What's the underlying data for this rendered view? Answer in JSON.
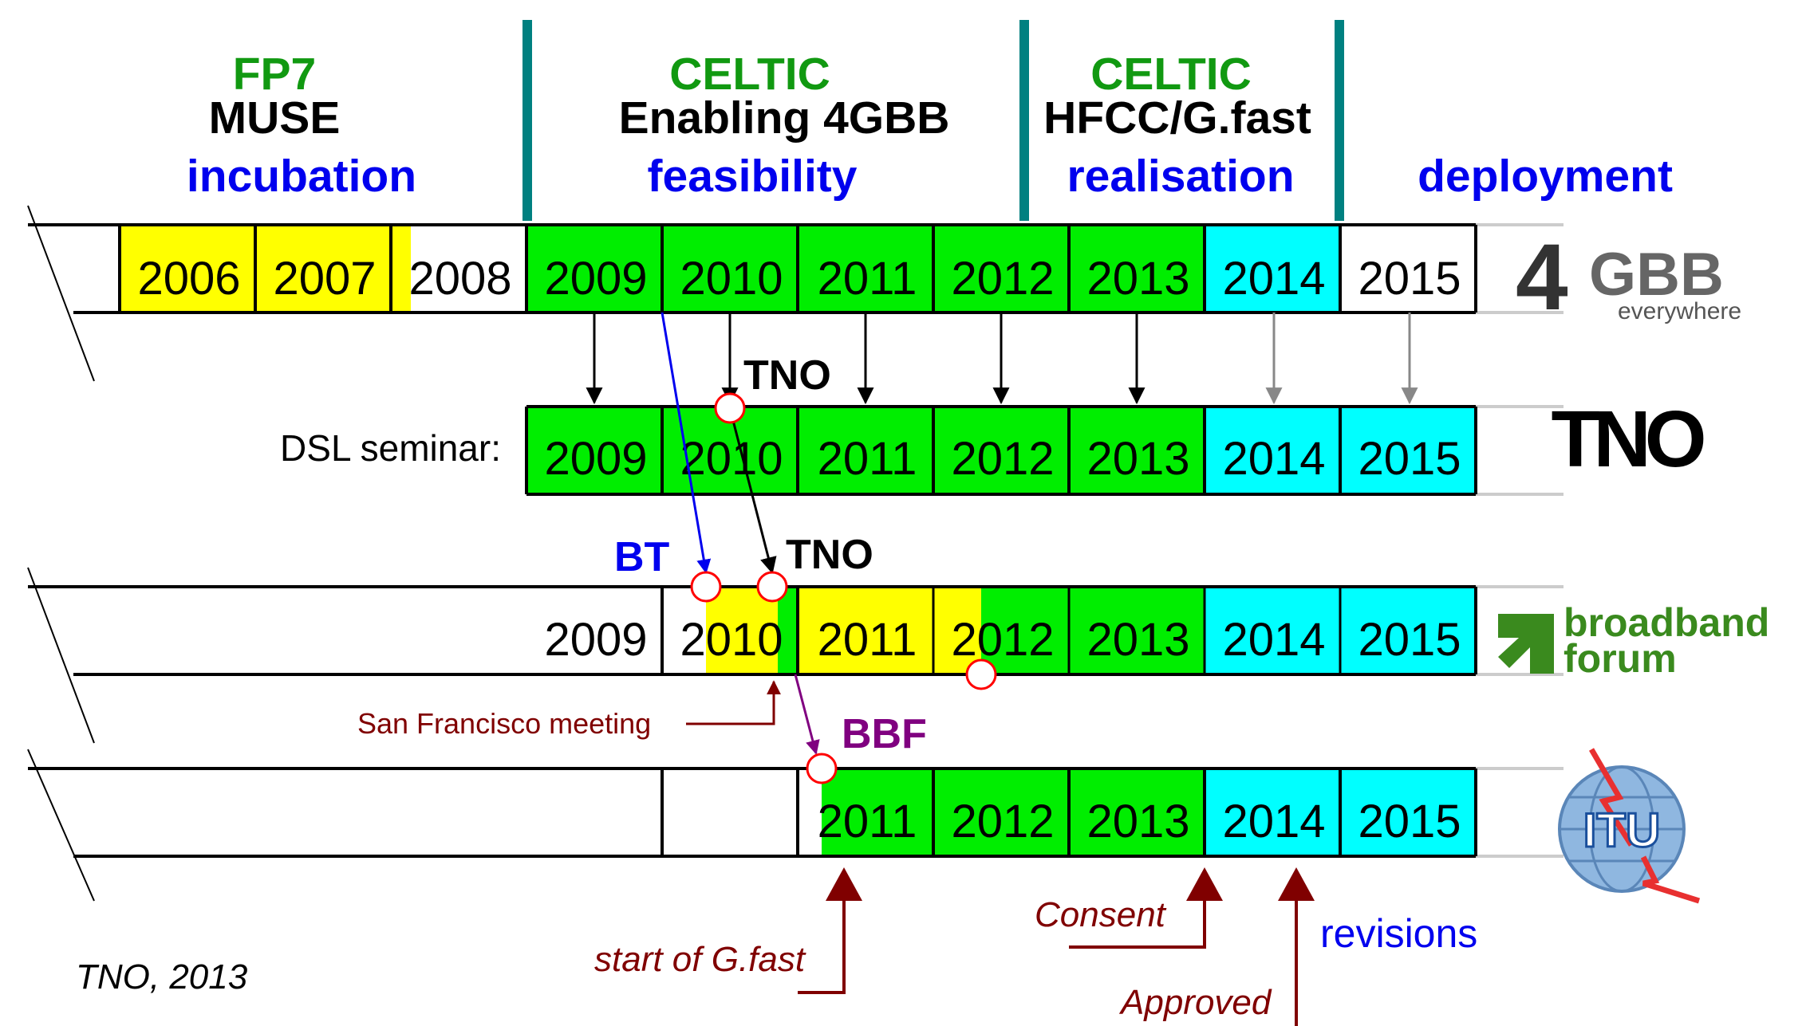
{
  "colors": {
    "green": "#00ee00",
    "yellow": "#ffff00",
    "cyan": "#00ffff",
    "teal": "#008080",
    "blue": "#0000ee",
    "maroon": "#800000",
    "purple": "#800080",
    "header_green": "#119911",
    "red": "#ff0000"
  },
  "headers": [
    {
      "org": "FP7",
      "project": "MUSE",
      "phase": "incubation"
    },
    {
      "org": "CELTIC",
      "project": "Enabling 4GBB",
      "phase": "feasibility"
    },
    {
      "org": "CELTIC",
      "project": "HFCC/G.fast",
      "phase": "realisation"
    },
    {
      "org": "",
      "project": "",
      "phase": "deployment"
    }
  ],
  "rows": {
    "gbb": {
      "years": [
        "2006",
        "2007",
        "2008",
        "2009",
        "2010",
        "2011",
        "2012",
        "2013",
        "2014",
        "2015"
      ]
    },
    "tno": {
      "label": "DSL seminar:",
      "years": [
        "2009",
        "2010",
        "2011",
        "2012",
        "2013",
        "2014",
        "2015"
      ]
    },
    "bbf": {
      "years": [
        "2009",
        "2010",
        "2011",
        "2012",
        "2013",
        "2014",
        "2015"
      ]
    },
    "itu": {
      "years": [
        "2011",
        "2012",
        "2013",
        "2014",
        "2015"
      ]
    }
  },
  "logos": {
    "gbb": {
      "main_a": "4",
      "main_b": "GBB",
      "sub": "everywhere"
    },
    "tno": {
      "text": "TNO"
    },
    "bbf": {
      "line1": "broadband",
      "line2": "forum"
    },
    "itu": {
      "text": "ITU"
    }
  },
  "annotations": {
    "tno_top": "TNO",
    "bt": "BT",
    "tno_mid": "TNO",
    "bbf": "BBF",
    "sf_meeting": "San Francisco meeting",
    "start_gfast": "start of G.fast",
    "consent": "Consent",
    "approved": "Approved",
    "revisions": "revisions",
    "footer": "TNO, 2013"
  }
}
